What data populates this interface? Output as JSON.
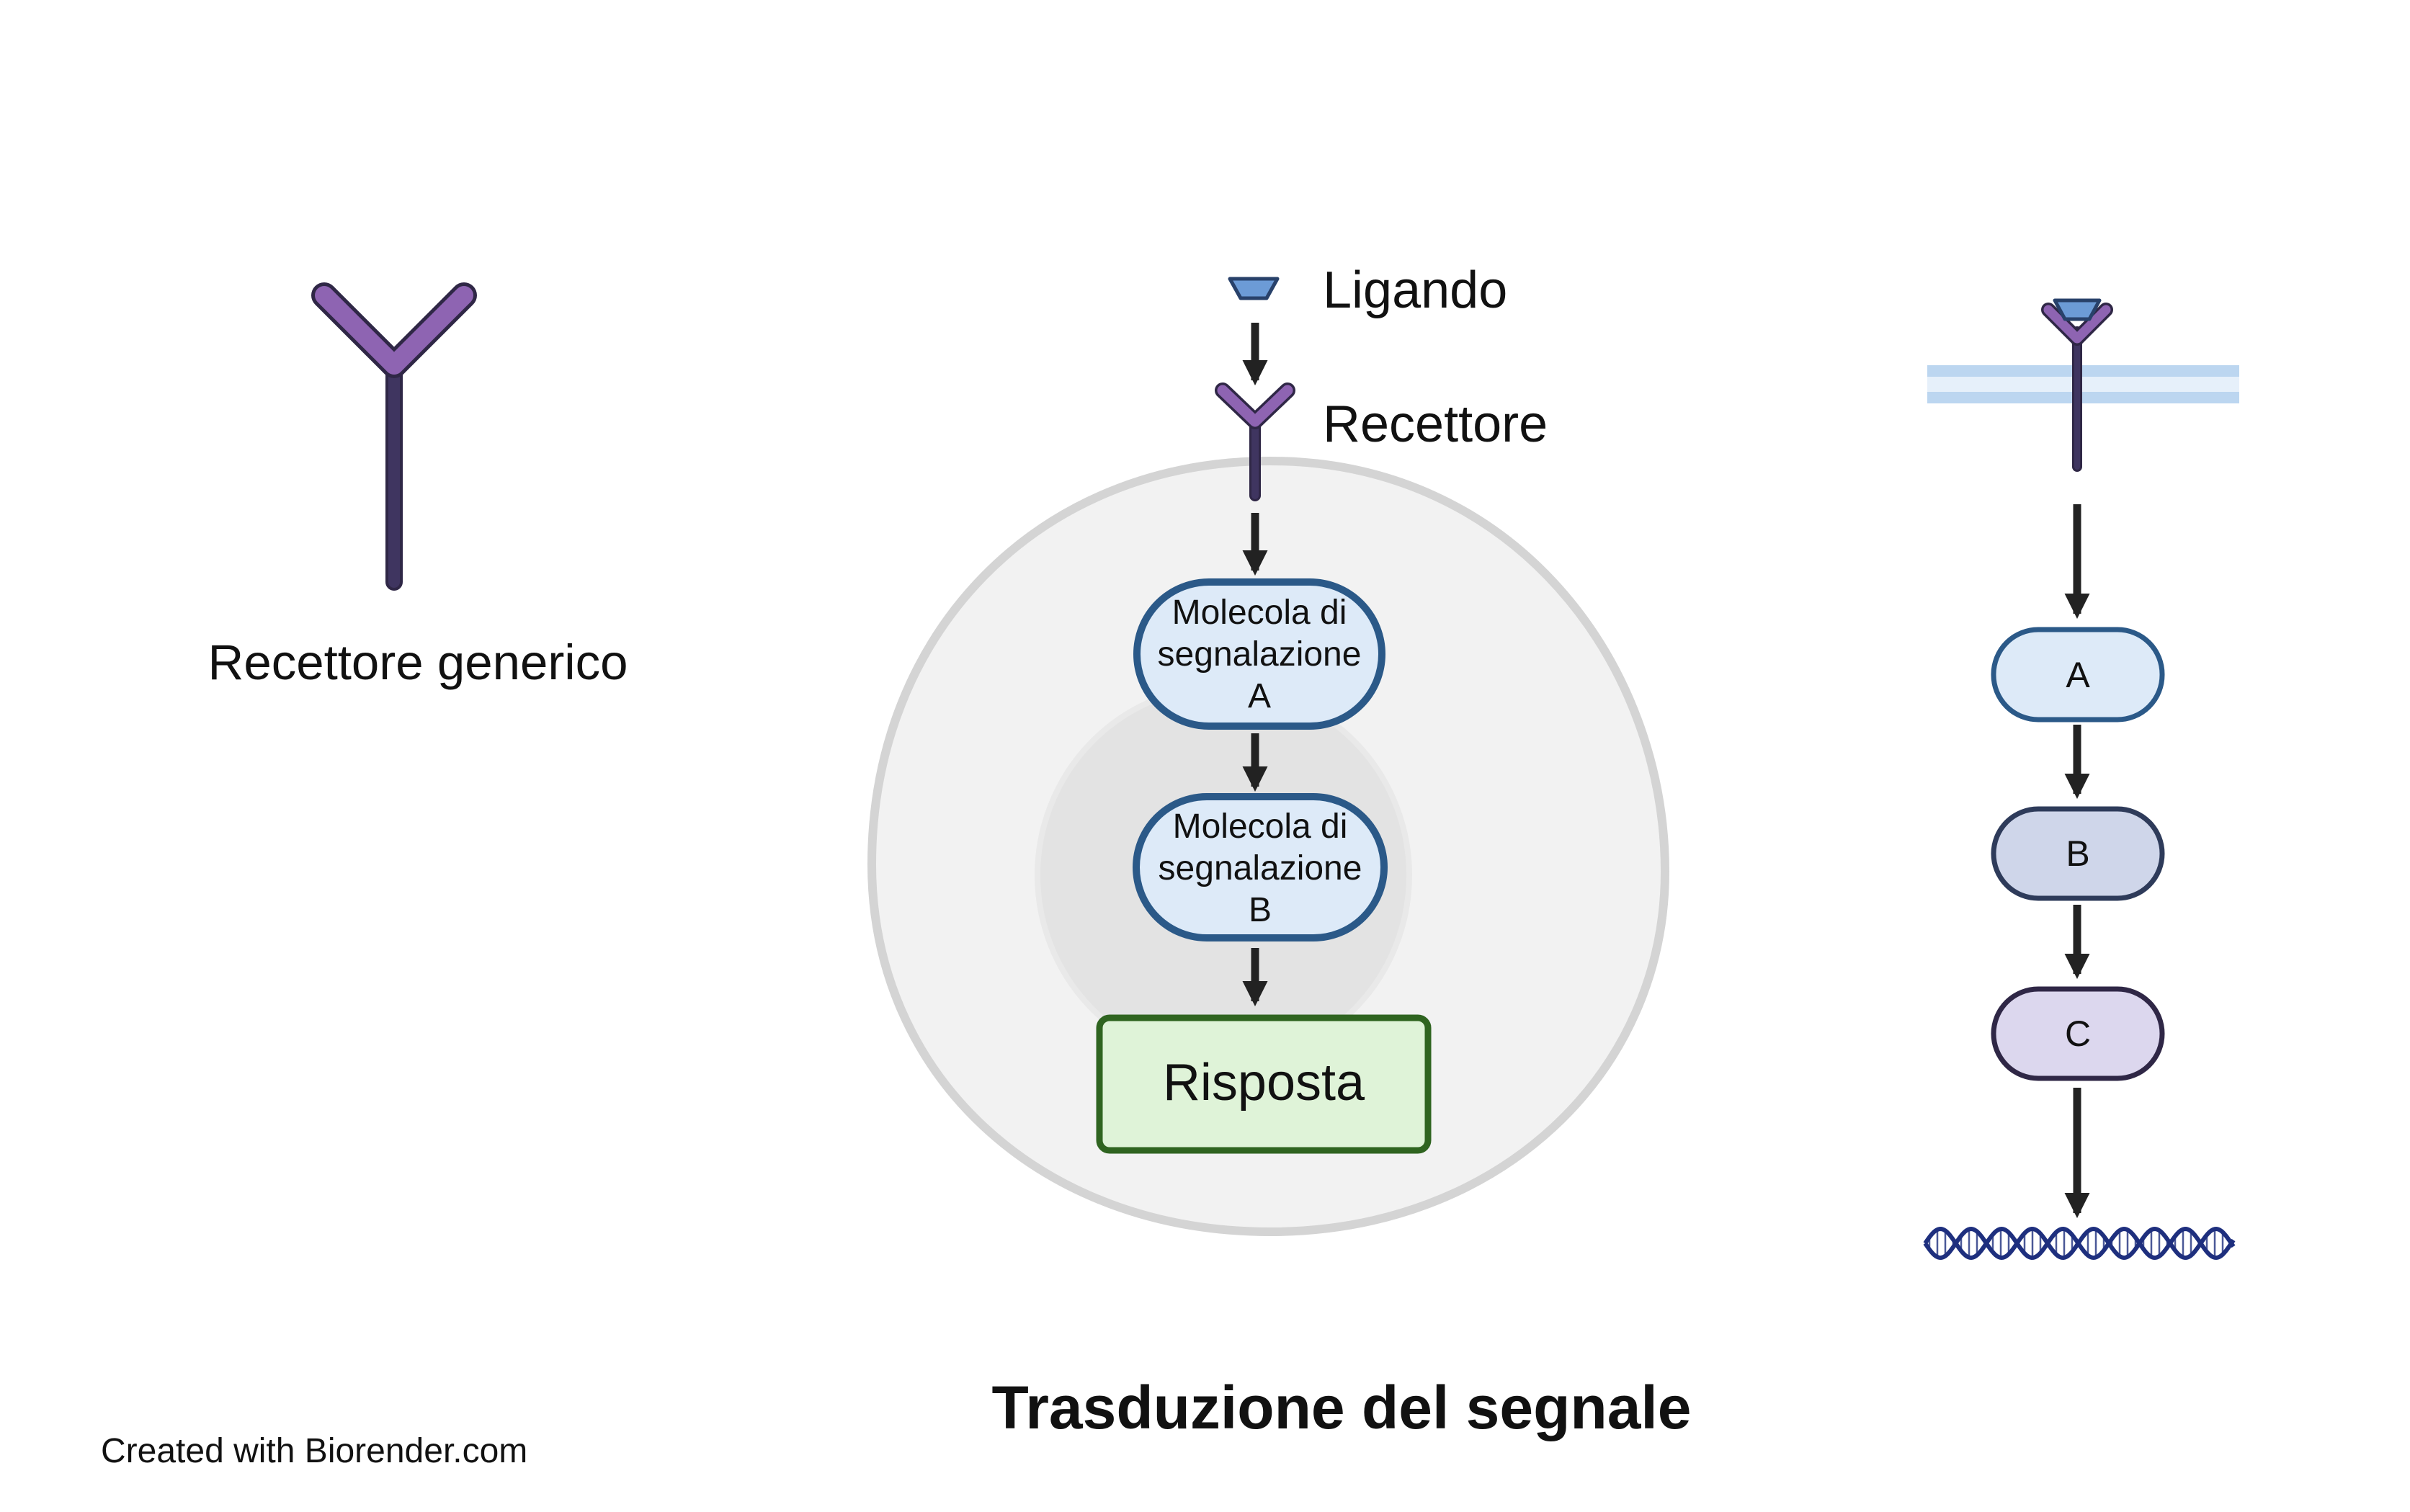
{
  "left_panel": {
    "label": "Recettore generico"
  },
  "center_panel": {
    "ligand_label": "Ligando",
    "receptor_label": "Recettore",
    "molecule_a": {
      "line1": "Molecola di",
      "line2": "segnalazione",
      "line3": "A"
    },
    "molecule_b": {
      "line1": "Molecola di",
      "line2": "segnalazione",
      "line3": "B"
    },
    "response": "Risposta"
  },
  "right_panel": {
    "step_a": "A",
    "step_b": "B",
    "step_c": "C"
  },
  "title": "Trasduzione del segnale",
  "credit": "Created with Biorender.com",
  "colors": {
    "receptor_arm": "#8E64B2",
    "receptor_stem": "#3F3560",
    "receptor_outline": "#2F2746",
    "ligand_fill": "#6C9BD6",
    "ligand_outline": "#28416A",
    "molecule_fill": "#DDEAF8",
    "molecule_outline": "#2B5988",
    "response_fill": "#DFF3D8",
    "response_outline": "#2F6420",
    "cell_fill": "#F2F2F2",
    "cell_outline": "#D4D4D4",
    "nucleus_fill": "#E3E3E3",
    "arrow": "#222222",
    "node_a_fill": "#DDEAF8",
    "node_b_fill": "#CFD6EA",
    "node_c_fill": "#DCD7EE",
    "node_outline": "#2E3B5A",
    "membrane": "#BCD6F0",
    "dna": "#1E2F7E"
  }
}
